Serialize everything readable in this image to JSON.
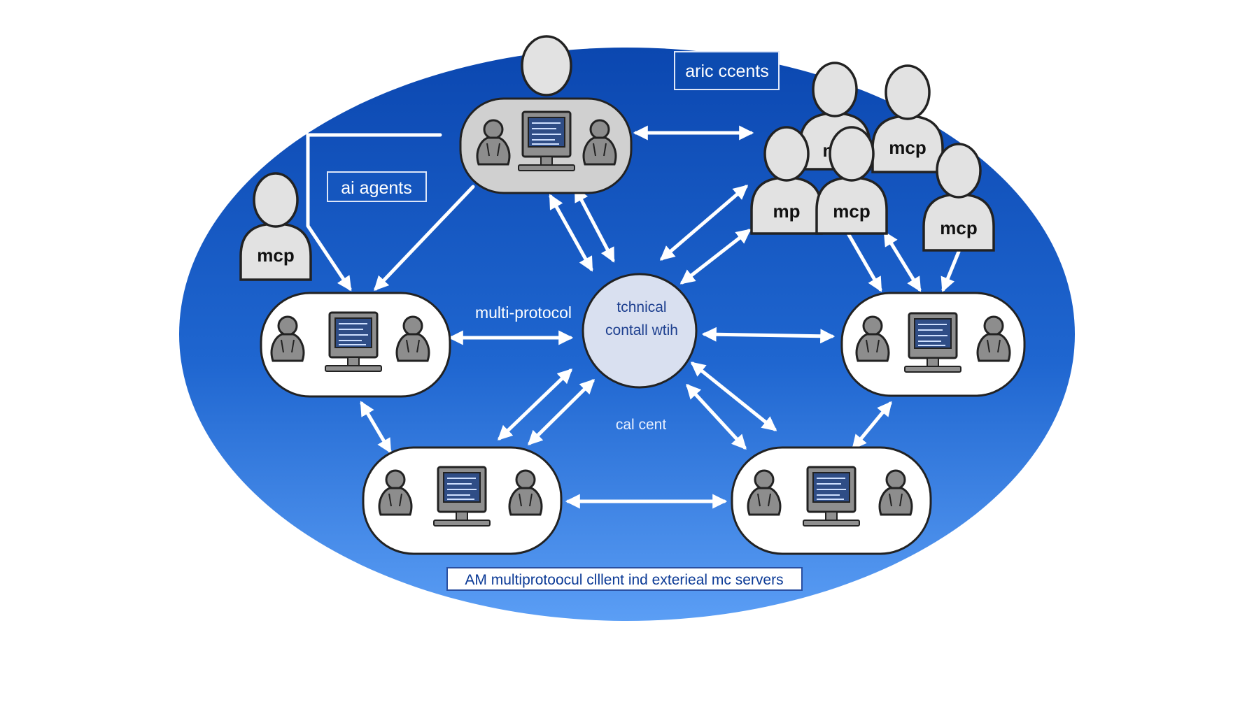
{
  "labels": {
    "aric_centers": "aric ccents",
    "ai_agents": "ai agents",
    "multi_protocol": "multi-protocol",
    "hub_line1": "tchnical",
    "hub_line2": "contall wtih",
    "cal_cent": "cal cent",
    "caption": "AM multiprotoocul clllent ind exterieal mc servers"
  },
  "agents": {
    "left": "mcp",
    "cluster_back_left": "m",
    "cluster_back_right": "mcp",
    "cluster_front_left": "mp",
    "cluster_front_mid": "mcp",
    "cluster_front_right": "mcp"
  },
  "colors": {
    "ellipse_top": "#0b47b0",
    "ellipse_bottom": "#4f95f2",
    "node_fill": "#ffffff",
    "top_node_fill": "#d0d0d0",
    "hub_fill": "#d9e0f0",
    "label_text": "#0b3a96",
    "arrow": "#ffffff",
    "outline": "#222222",
    "person_gray": "#8d8d8d",
    "agent_gray": "#e2e2e2"
  },
  "icons": [
    "person-icon",
    "computer-icon",
    "agent-icon",
    "arrow-icon"
  ]
}
